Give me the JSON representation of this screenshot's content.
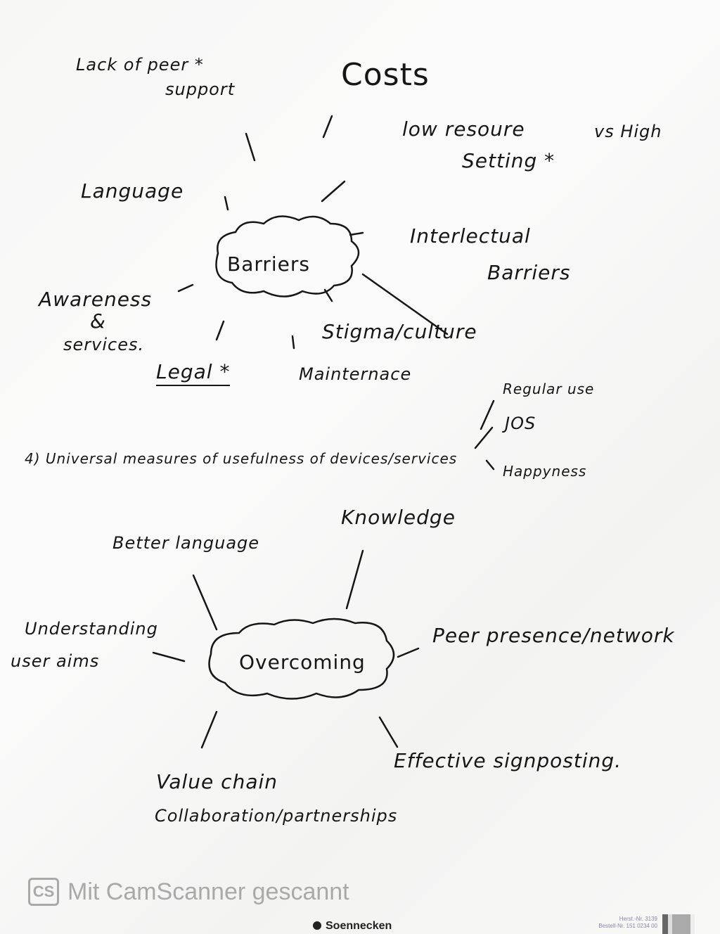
{
  "barriers": {
    "center": "Barriers",
    "branches": {
      "lack_peer_1": "Lack of peer *",
      "lack_peer_2": "support",
      "costs": "Costs",
      "low_resource_1": "low resoure",
      "low_resource_vs": "vs High",
      "low_resource_2": "Setting *",
      "language": "Language",
      "intellectual_1": "Interlectual",
      "intellectual_2": "Barriers",
      "awareness_1": "Awareness",
      "awareness_2": "&",
      "awareness_3": "services.",
      "legal": "Legal *",
      "stigma": "Stigma/culture",
      "maintenance": "Mainternace"
    }
  },
  "measures": {
    "label": "4) Universal measures of usefulness of devices/services",
    "items": [
      "Regular use",
      "JOS",
      "Happyness"
    ]
  },
  "overcoming": {
    "center": "Overcoming",
    "branches": {
      "knowledge": "Knowledge",
      "better_language": "Better language",
      "understanding_1": "Understanding",
      "understanding_2": "user aims",
      "peer": "Peer presence/network",
      "value_chain": "Value chain",
      "collaboration": "Collaboration/partnerships",
      "signposting": "Effective signposting."
    }
  },
  "footer": {
    "watermark_logo": "CS",
    "watermark": "Mit CamScanner gescannt",
    "brand": "Soennecken",
    "code_1": "Herst.-Nr. 3139",
    "code_2": "Bestell-Nr. 151 0234 00"
  }
}
